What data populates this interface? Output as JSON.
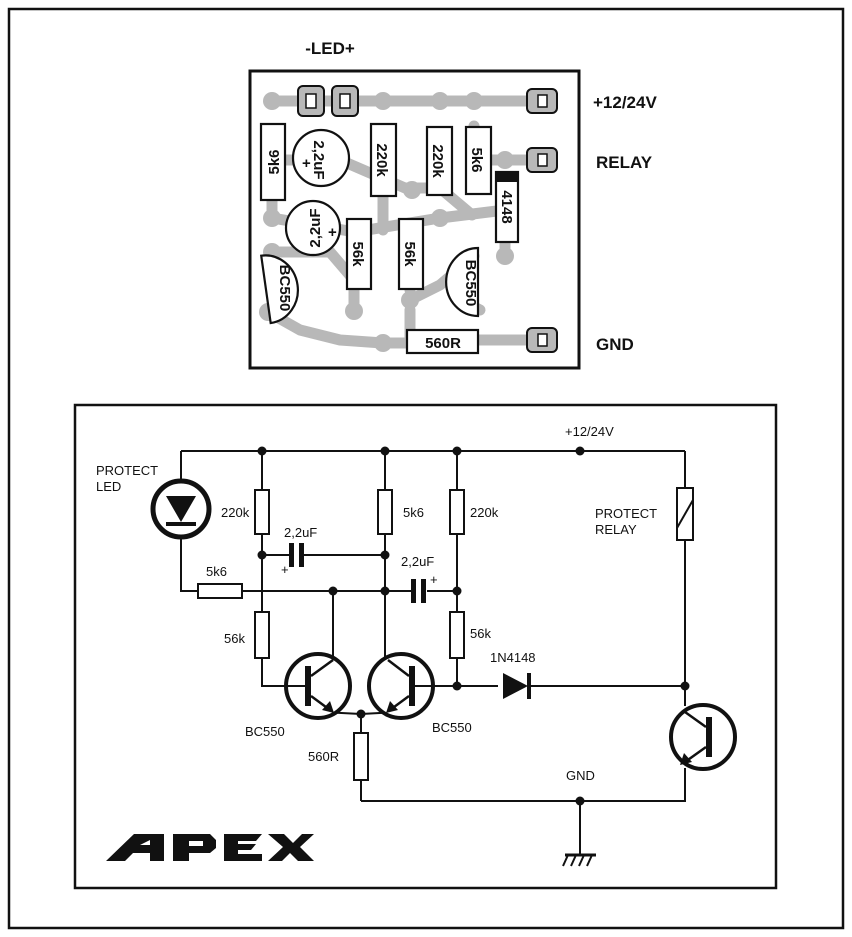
{
  "pcb": {
    "led_label": "-LED+",
    "terminals": [
      "+12/24V",
      "RELAY",
      "GND"
    ],
    "components": {
      "r_5k6_left": "5k6",
      "c_top": "2,2uF",
      "r_220k_a": "220k",
      "r_220k_b": "220k",
      "r_5k6_right": "5k6",
      "diode": "4148",
      "c_mid": "2,2uF",
      "r_56k_a": "56k",
      "r_56k_b": "56k",
      "q_left": "BC550",
      "q_right": "BC550",
      "r_560": "560R"
    }
  },
  "schematic": {
    "supply": "+12/24V",
    "led_label": [
      "PROTECT",
      "LED"
    ],
    "relay_label": [
      "PROTECT",
      "RELAY"
    ],
    "r1": "220k",
    "c1": "2,2uF",
    "r2": "5k6",
    "r3": "220k",
    "c2": "2,2uF",
    "r4": "5k6",
    "r5": "56k",
    "r6": "56k",
    "diode": "1N4148",
    "q1": "BC550",
    "q2": "BC550",
    "r7": "560R",
    "gnd": "GND",
    "plus": "+"
  },
  "logo": "APEX"
}
